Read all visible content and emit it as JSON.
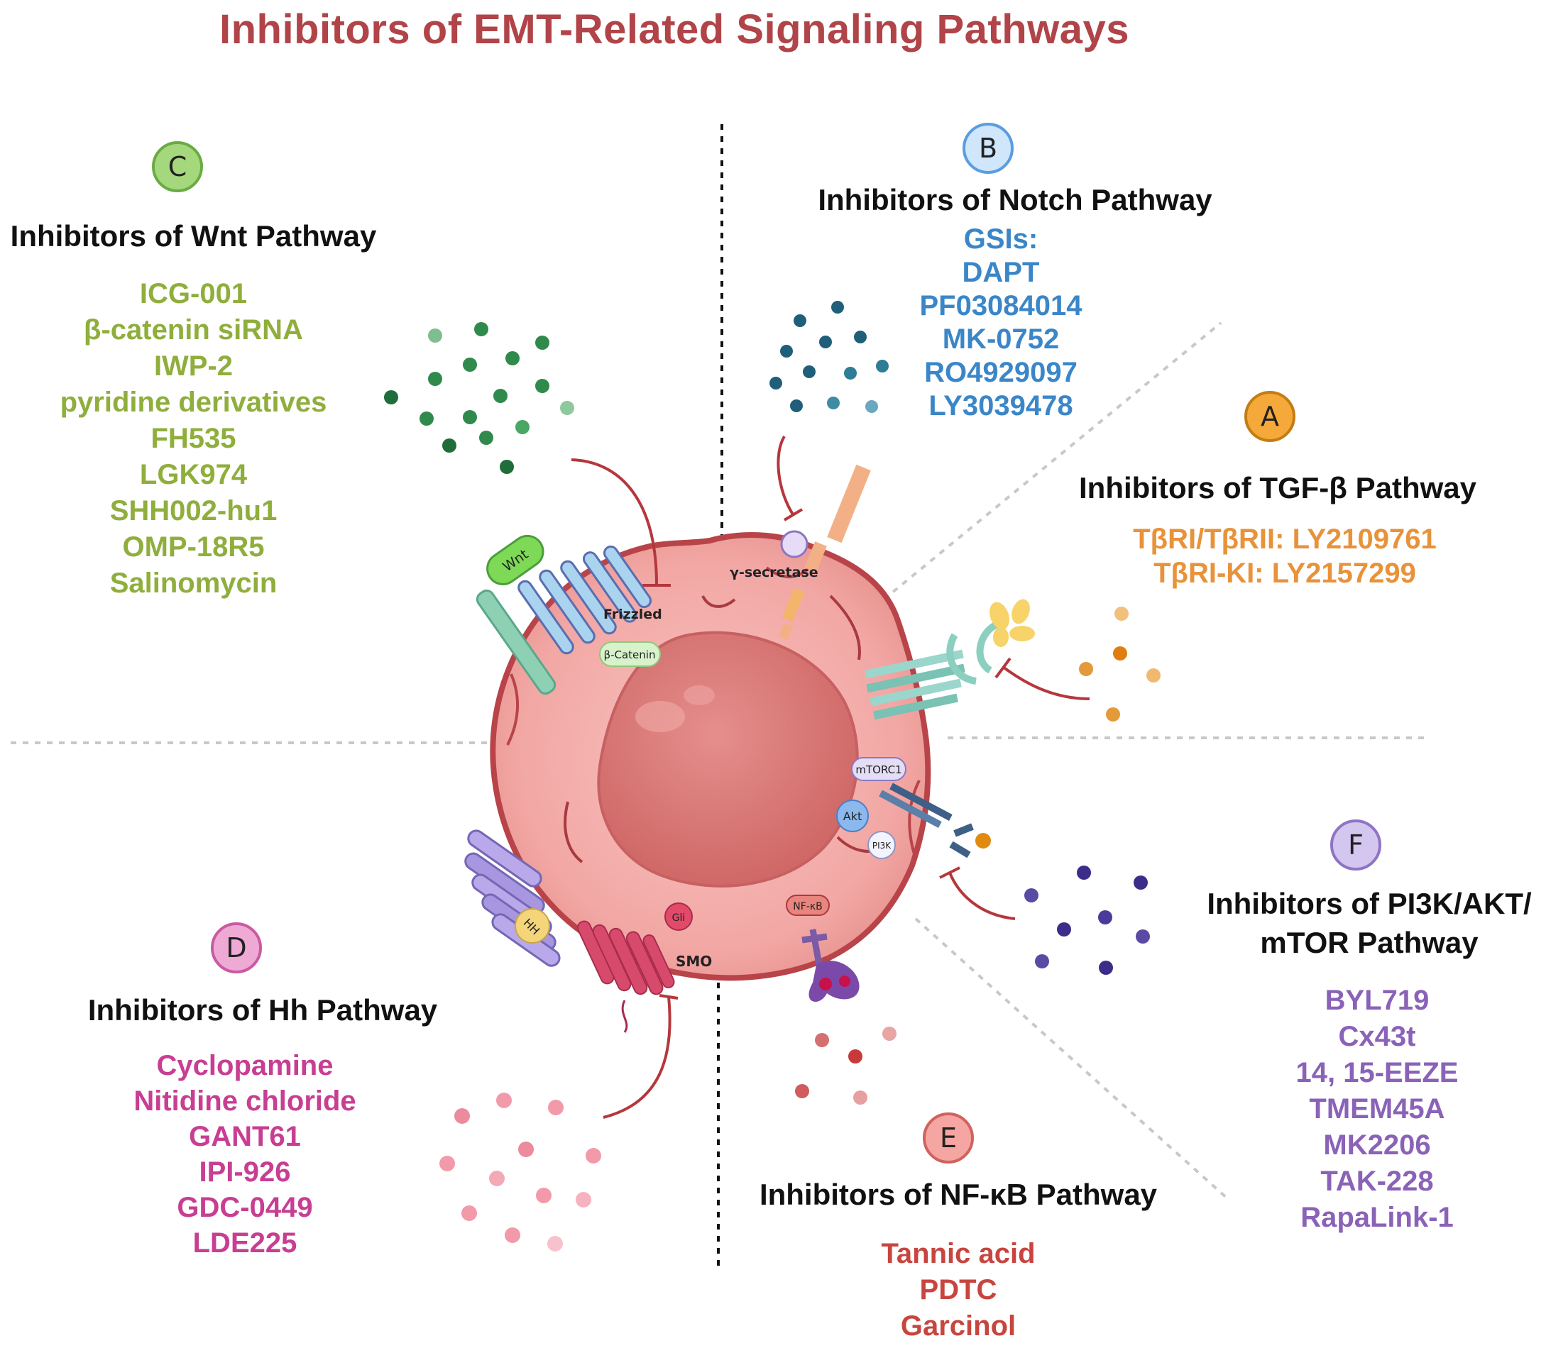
{
  "title": "Inhibitors of EMT-Related Signaling Pathways",
  "colors": {
    "title": "#b04448",
    "tgf": "#e8923a",
    "notch": "#3a86c8",
    "wnt": "#8fae3c",
    "hh": "#c73e92",
    "nfkb": "#c8453f",
    "pi3k": "#8a62b8"
  },
  "panels": {
    "A": {
      "letter": "A",
      "heading": "Inhibitors of TGF-β Pathway",
      "items": [
        "TβRI/TβRII: LY2109761",
        "TβRI-KI: LY2157299"
      ]
    },
    "B": {
      "letter": "B",
      "heading": "Inhibitors of Notch Pathway",
      "items": [
        "GSIs:",
        "DAPT",
        "PF03084014",
        "MK-0752",
        "RO4929097",
        "LY3039478"
      ]
    },
    "C": {
      "letter": "C",
      "heading": "Inhibitors of Wnt Pathway",
      "items": [
        "ICG-001",
        "β-catenin siRNA",
        "IWP-2",
        "pyridine derivatives",
        "FH535",
        "LGK974",
        "SHH002-hu1",
        "OMP-18R5",
        "Salinomycin"
      ]
    },
    "D": {
      "letter": "D",
      "heading": "Inhibitors of Hh Pathway",
      "items": [
        "Cyclopamine",
        "Nitidine chloride",
        "GANT61",
        "IPI-926",
        "GDC-0449",
        "LDE225"
      ]
    },
    "E": {
      "letter": "E",
      "heading": "Inhibitors of NF-κB Pathway",
      "items": [
        "Tannic acid",
        "PDTC",
        "Garcinol"
      ]
    },
    "F": {
      "letter": "F",
      "heading1": "Inhibitors of PI3K/AKT/",
      "heading2": "mTOR Pathway",
      "items": [
        "BYL719",
        "Cx43t",
        "14, 15-EEZE",
        "TMEM45A",
        "MK2206",
        "TAK-228",
        "RapaLink-1"
      ]
    }
  },
  "cell_labels": {
    "wnt": "Wnt",
    "frizzled": "Frizzled",
    "beta_catenin": "β-Catenin",
    "gamma_secretase": "γ-secretase",
    "mtorc1": "mTORC1",
    "akt": "Akt",
    "pi3k": "PI3K",
    "nfkb": "NF-κB",
    "gli": "Gli",
    "smo": "SMO",
    "hh": "HH"
  }
}
